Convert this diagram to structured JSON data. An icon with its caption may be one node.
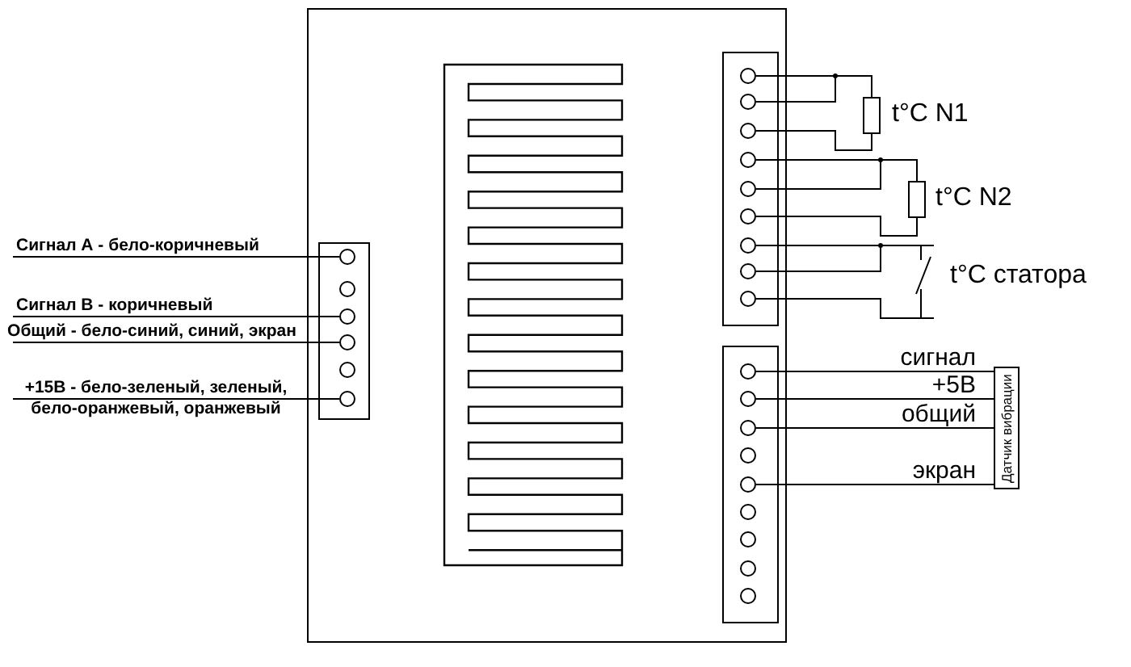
{
  "diagram": {
    "nodes": [
      {
        "text": [],
        "shape": "box"
      },
      {
        "text": [],
        "shape": "box",
        "in": 0
      },
      {
        "text": [],
        "shape": "circle",
        "in": 1
      },
      {
        "text": [],
        "shape": "circle",
        "in": 1
      },
      {
        "text": [],
        "shape": "circle",
        "in": 1
      },
      {
        "text": [],
        "shape": "circle",
        "in": 1
      },
      {
        "text": [],
        "shape": "circle",
        "in": 1
      },
      {
        "text": [],
        "shape": "circle",
        "in": 1
      },
      {
        "text": [],
        "shape": "box",
        "in": 0
      },
      {
        "text": [],
        "shape": "circle",
        "in": 8
      },
      {
        "text": [],
        "shape": "circle",
        "in": 8
      },
      {
        "text": [],
        "shape": "circle",
        "in": 8
      },
      {
        "text": [],
        "shape": "circle",
        "in": 8
      },
      {
        "text": [],
        "shape": "circle",
        "in": 8
      },
      {
        "text": [],
        "shape": "circle",
        "in": 8
      },
      {
        "text": [],
        "shape": "circle",
        "in": 8
      },
      {
        "text": [],
        "shape": "circle",
        "in": 8
      },
      {
        "text": [],
        "shape": "circle",
        "in": 8
      },
      {
        "text": [],
        "shape": "box",
        "in": 0
      },
      {
        "text": [],
        "shape": "circle",
        "in": 18
      },
      {
        "text": [],
        "shape": "circle",
        "in": 18
      },
      {
        "text": [],
        "shape": "circle",
        "in": 18
      },
      {
        "text": [],
        "shape": "circle",
        "in": 18
      },
      {
        "text": [],
        "shape": "circle",
        "in": 18
      },
      {
        "text": [],
        "shape": "circle",
        "in": 18
      },
      {
        "text": [],
        "shape": "circle",
        "in": 18
      },
      {
        "text": [],
        "shape": "circle",
        "in": 18
      },
      {
        "text": [],
        "shape": "circle",
        "in": 18
      },
      {
        "text": [],
        "shape": "box",
        "beside": [
          "t°C N1"
        ]
      },
      {
        "text": [],
        "shape": "box",
        "beside": [
          "t°C N2"
        ]
      },
      {
        "text": [],
        "shape": "switch",
        "beside": [
          "t°C статора"
        ]
      },
      {
        "text": [
          "Датчик вибрации"
        ]
      }
    ],
    "edges": [
      {
        "from": null,
        "to": 2,
        "arrow": "none",
        "label": "Сигнал А - бело-коричневый"
      },
      {
        "from": null,
        "to": 4,
        "arrow": "none",
        "label": "Сигнал В - коричневый"
      },
      {
        "from": null,
        "to": 5,
        "arrow": "none",
        "label": "Общий - бело-синий, синий, экран"
      },
      {
        "from": null,
        "to": 7,
        "arrow": "none",
        "label": "+15В - бело-зеленый, зеленый, бело-оранжевый, оранжевый"
      },
      {
        "from": 9,
        "to": 28,
        "arrow": "none"
      },
      {
        "from": 10,
        "to": 28,
        "arrow": "none"
      },
      {
        "from": 11,
        "to": 28,
        "arrow": "none"
      },
      {
        "from": 12,
        "to": 29,
        "arrow": "none"
      },
      {
        "from": 13,
        "to": 29,
        "arrow": "none"
      },
      {
        "from": 14,
        "to": 29,
        "arrow": "none"
      },
      {
        "from": 15,
        "to": 30,
        "arrow": "none"
      },
      {
        "from": 16,
        "to": 30,
        "arrow": "none"
      },
      {
        "from": 17,
        "to": 30,
        "arrow": "none"
      },
      {
        "from": 19,
        "to": 31,
        "arrow": "none",
        "label": "сигнал"
      },
      {
        "from": 20,
        "to": 31,
        "arrow": "none",
        "label": "+5В"
      },
      {
        "from": 21,
        "to": 31,
        "arrow": "none",
        "label": "общий"
      },
      {
        "from": 23,
        "to": 31,
        "arrow": "none",
        "label": "экран"
      }
    ]
  }
}
